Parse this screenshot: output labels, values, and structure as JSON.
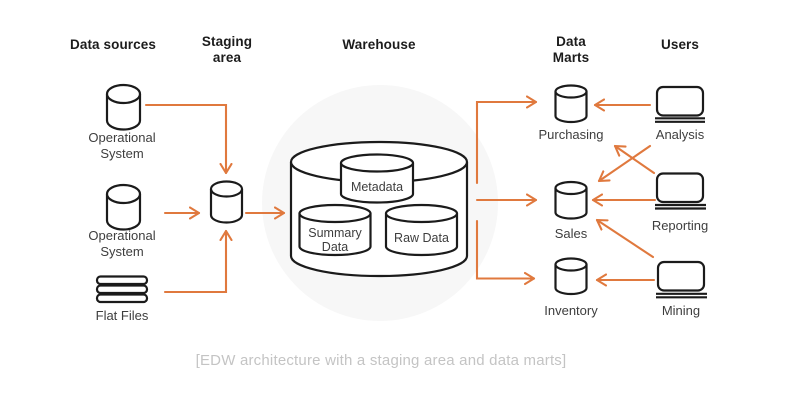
{
  "colors": {
    "accent_arrow": "#E0793E",
    "shape_stroke": "#1B1B1B",
    "label_text": "#3E3E3E",
    "heading_text": "#1C1C1C",
    "caption_text": "#C4C4C4",
    "background_blob": "#F7F7F7"
  },
  "headers": {
    "data_sources": "Data sources",
    "staging_area": "Staging area",
    "warehouse": "Warehouse",
    "data_marts": "Data Marts",
    "users": "Users"
  },
  "sources": {
    "operational_system_1": "Operational System",
    "operational_system_2": "Operational System",
    "flat_files": "Flat Files"
  },
  "warehouse": {
    "metadata": "Metadata",
    "summary_data": "Summary Data",
    "raw_data": "Raw Data"
  },
  "marts": {
    "purchasing": "Purchasing",
    "sales": "Sales",
    "inventory": "Inventory"
  },
  "users": {
    "analysis": "Analysis",
    "reporting": "Reporting",
    "mining": "Mining"
  },
  "caption": "[EDW architecture with a staging area and data marts]"
}
